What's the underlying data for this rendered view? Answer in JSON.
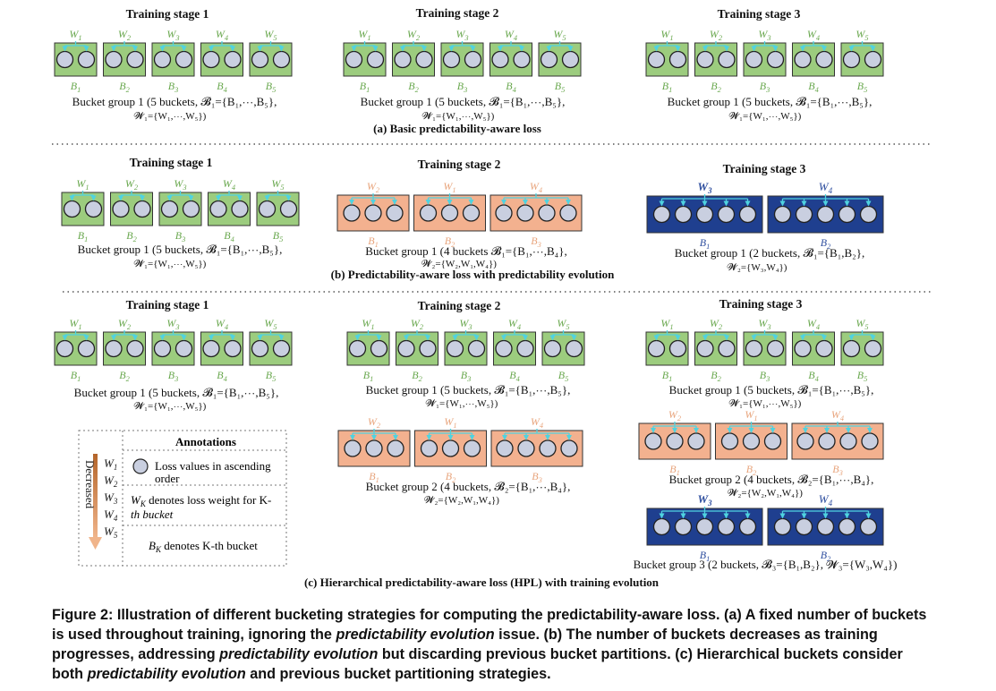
{
  "colors": {
    "green": "#9ccc7e",
    "orange": "#f3b18f",
    "blue": "#1f3f8f",
    "circle_fill": "#c9cfe0",
    "arrow": "#4fd3e0",
    "green_label": "#6aa84f",
    "orange_label": "#e8a57d",
    "blue_label": "#2f4f9f",
    "decreased_arrow": "#c87f3c"
  },
  "panel_a": {
    "stage1_title": "Training stage 1",
    "stage2_title": "Training stage 2",
    "stage3_title": "Training stage 3",
    "caption": "(a)  Basic predictability-aware loss",
    "group_text_1": "Bucket group 1 (5 buckets, 𝓑₁={B₁,⋯,B₅},",
    "group_text_2": "𝓦₁={W₁,⋯,W₅})"
  },
  "panel_b": {
    "stage1_title": "Training stage 1",
    "stage2_title": "Training stage 2",
    "stage3_title": "Training stage 3",
    "caption": "(b)  Predictability-aware loss with predictability evolution",
    "s1_text_1": "Bucket group 1 (5 buckets, 𝓑₁={B₁,⋯,B₅},",
    "s1_text_2": "𝓦₁={W₁,⋯,W₅})",
    "s2_text_1": "Bucket group 1 (4 buckets 𝓑₁={B₁,⋯,B₄},",
    "s2_text_2": "𝓦₂={W₂,W₁,W₄})",
    "s3_text_1": "Bucket group 1 (2 buckets, 𝓑₁={B₁,B₂},",
    "s3_text_2": "𝓦₂={W₃,W₄})"
  },
  "panel_c": {
    "stage1_title": "Training stage 1",
    "stage2_title": "Training stage 2",
    "stage3_title": "Training stage 3",
    "caption": "(c)  Hierarchical predictability-aware loss (HPL) with training evolution",
    "g1_text_1": "Bucket group 1 (5 buckets, 𝓑₁={B₁,⋯,B₅},",
    "g1_text_2": "𝓦₁={W₁,⋯,W₅})",
    "g2_text_1": "Bucket group 2 (4 buckets, 𝓑₂={B₁,⋯,B₄},",
    "g2_text_2": "𝓦₂={W₂,W₁,W₄})",
    "g3_text": "Bucket group 3 (2 buckets, 𝓑₃={B₁,B₂}, 𝓦₃={W₃,W₄})"
  },
  "annotations": {
    "title": "Annotations",
    "decreased": "Decreased",
    "weights": [
      "W1",
      "W2",
      "W3",
      "W4",
      "W5"
    ],
    "circle_note_1": "Loss values in ascending",
    "circle_note_2": "order",
    "weight_note_1": "W",
    "weight_note_sub": "K",
    "weight_note_2": " denotes loss weight for K-",
    "weight_note_3": "th bucket",
    "bucket_note_1": "B",
    "bucket_note_sub": "K",
    "bucket_note_2": " denotes K-th bucket"
  },
  "figure_caption": {
    "p1": "Figure 2: Illustration of different bucketing strategies for computing the predictability-aware loss. (a) A fixed number of buckets is used throughout training, ignoring the ",
    "i1": "predictability evolution",
    "p2": " issue. (b) The number of buckets decreases as training progresses, addressing ",
    "i2": "predictability evolution",
    "p3": " but discarding previous bucket partitions. (c) Hierarchical buckets consider both ",
    "i3": "predictability evolution",
    "p4": " and previous bucket partitioning strategies."
  }
}
